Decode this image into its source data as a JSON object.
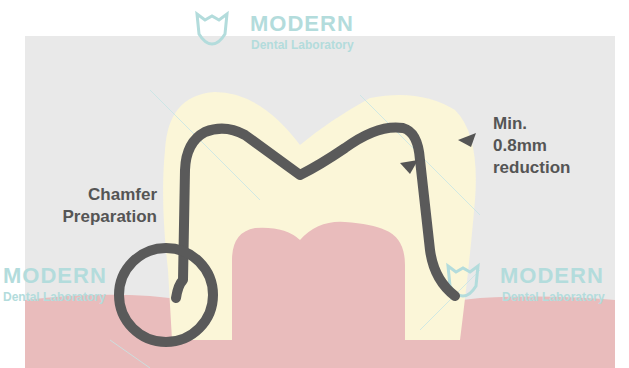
{
  "diagram": {
    "labels": [
      "MODERN",
      "Dental Laboratory",
      "Min. 0.8mm reduction",
      "Chamfer Preparation",
      "MODERN",
      "Dental Laboratory",
      "MODERN",
      "Dental Laboratory"
    ]
  }
}
